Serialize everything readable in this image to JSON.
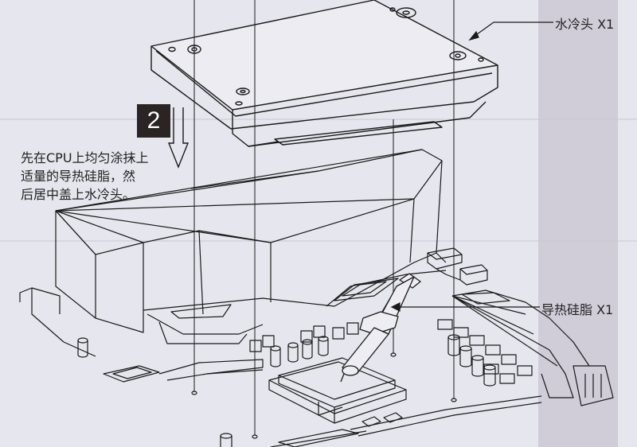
{
  "step": {
    "number": "2"
  },
  "instruction": {
    "lines": [
      "先在CPU上均匀涂抹上",
      "适量的导热硅脂，然",
      "后居中盖上水冷头。"
    ]
  },
  "callouts": {
    "water_block": "水冷头 X1",
    "thermal_paste": "导热硅脂 X1"
  },
  "colors": {
    "background": "#e6e6ee",
    "side_band": "#d0ccd8",
    "line": "#1a1a1a",
    "badge": "#2a2523"
  }
}
